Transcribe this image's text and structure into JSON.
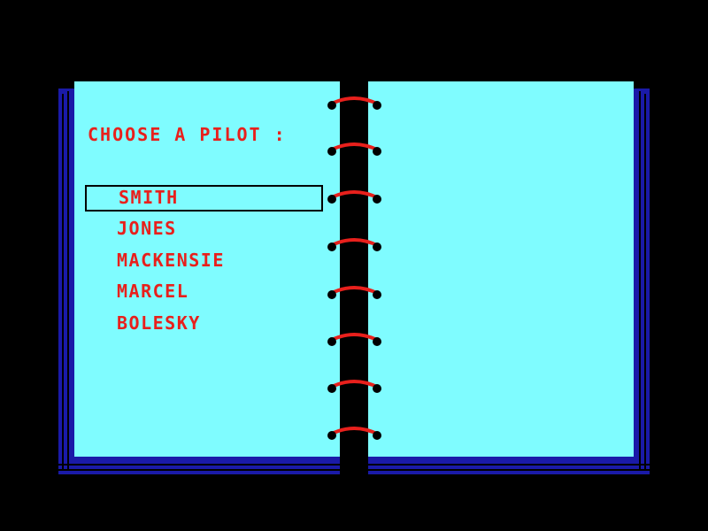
{
  "menu": {
    "title": "CHOOSE A PILOT :",
    "pilots": [
      "SMITH",
      "JONES",
      "MACKENSIE",
      "MARCEL",
      "BOLESKY"
    ],
    "selected_index": 0
  },
  "colors": {
    "background": "#000000",
    "page": "#7ffcff",
    "page_edge": "#1a1aa8",
    "text": "#e8201c",
    "ring": "#e8201c",
    "selection_border": "#000000"
  }
}
